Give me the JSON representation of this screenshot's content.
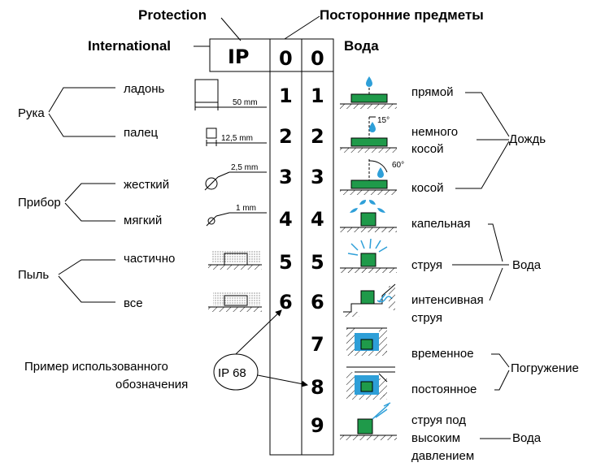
{
  "header": {
    "protection": "Protection",
    "international": "International",
    "foreign_objects": "Посторонние предметы",
    "water": "Вода",
    "ip": "IP",
    "zero1": "0",
    "zero2": "0"
  },
  "left_groups": {
    "hand": "Рука",
    "tool": "Прибор",
    "dust": "Пыль"
  },
  "left_items": [
    "ладонь",
    "палец",
    "жесткий",
    "мягкий",
    "частично",
    "все"
  ],
  "sizes": [
    "50 mm",
    "12,5 mm",
    "2,5 mm",
    "1 mm"
  ],
  "digits_first": [
    "1",
    "2",
    "3",
    "4",
    "5",
    "6"
  ],
  "digits_second": [
    "1",
    "2",
    "3",
    "4",
    "5",
    "6",
    "7",
    "8",
    "9"
  ],
  "angles": [
    "15°",
    "60°"
  ],
  "right_items": [
    "прямой",
    "немного",
    "косой",
    "косой",
    "капельная",
    "струя",
    "интенсивная",
    "струя",
    "временное",
    "постоянное",
    "струя под",
    "высоким",
    "давлением"
  ],
  "right_groups": {
    "rain": "Дождь",
    "water1": "Вода",
    "immersion": "Погружение",
    "water2": "Вода"
  },
  "example": {
    "label_line1": "Пример использованного",
    "label_line2": "обозначения",
    "code": "IP 68"
  }
}
